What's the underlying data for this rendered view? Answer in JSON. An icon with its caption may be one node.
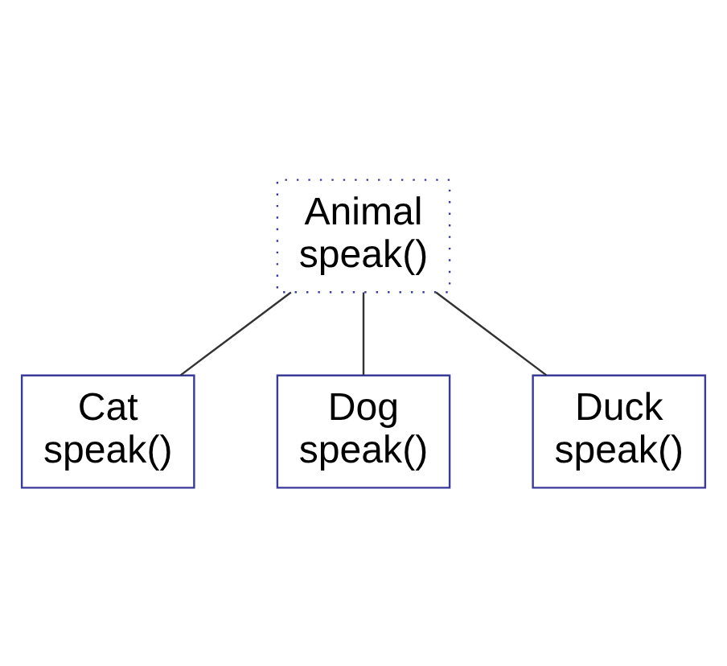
{
  "diagram": {
    "nodes": [
      {
        "text": [
          "Animal",
          "speak()"
        ]
      },
      {
        "text": [
          "Cat",
          "speak()"
        ]
      },
      {
        "text": [
          "Dog",
          "speak()"
        ]
      },
      {
        "text": [
          "Duck",
          "speak()"
        ]
      }
    ],
    "edges": [
      {
        "from": 0,
        "to": 1,
        "arrow": "none"
      },
      {
        "from": 0,
        "to": 2,
        "arrow": "none"
      },
      {
        "from": 0,
        "to": 3,
        "arrow": "none"
      }
    ]
  }
}
